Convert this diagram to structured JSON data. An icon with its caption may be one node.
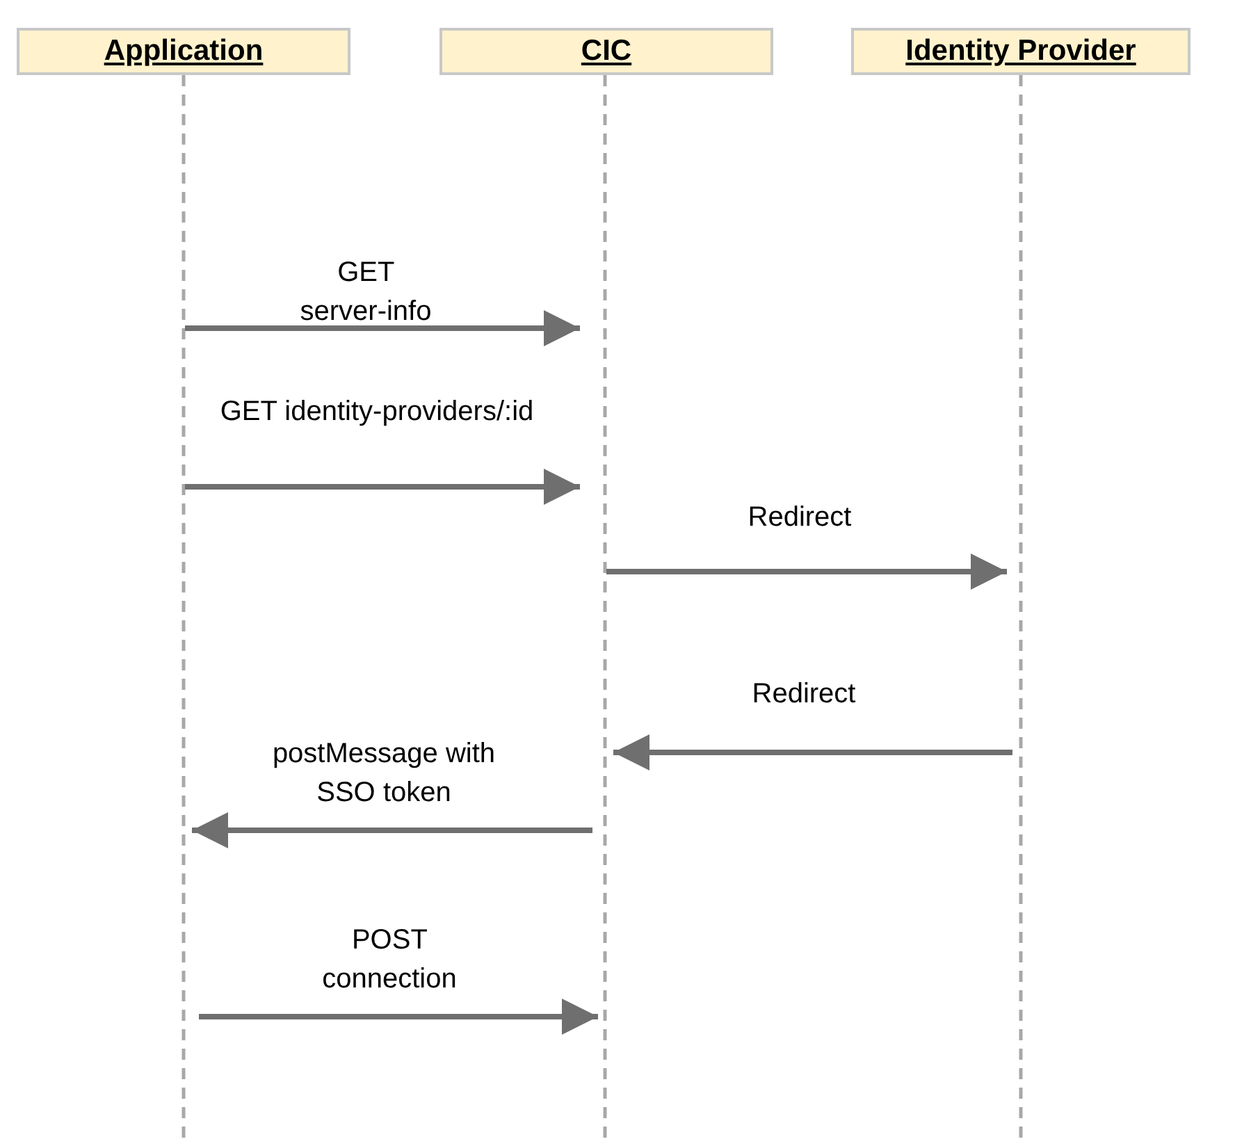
{
  "diagram": {
    "nodes": [
      {
        "text": [
          "Application"
        ]
      },
      {
        "text": [
          "CIC"
        ]
      },
      {
        "text": [
          "Identity Provider"
        ]
      }
    ],
    "edges": [
      {
        "from": 0,
        "to": 1,
        "arrow": "to",
        "label": "GET server-info"
      },
      {
        "from": 0,
        "to": 1,
        "arrow": "to",
        "label": "GET identity-providers/:id"
      },
      {
        "from": 1,
        "to": 2,
        "arrow": "to",
        "label": "Redirect"
      },
      {
        "from": 2,
        "to": 1,
        "arrow": "to",
        "label": "Redirect"
      },
      {
        "from": 1,
        "to": 0,
        "arrow": "to",
        "label": "postMessage with SSO token"
      },
      {
        "from": 0,
        "to": 1,
        "arrow": "to",
        "label": "POST connection"
      }
    ]
  }
}
